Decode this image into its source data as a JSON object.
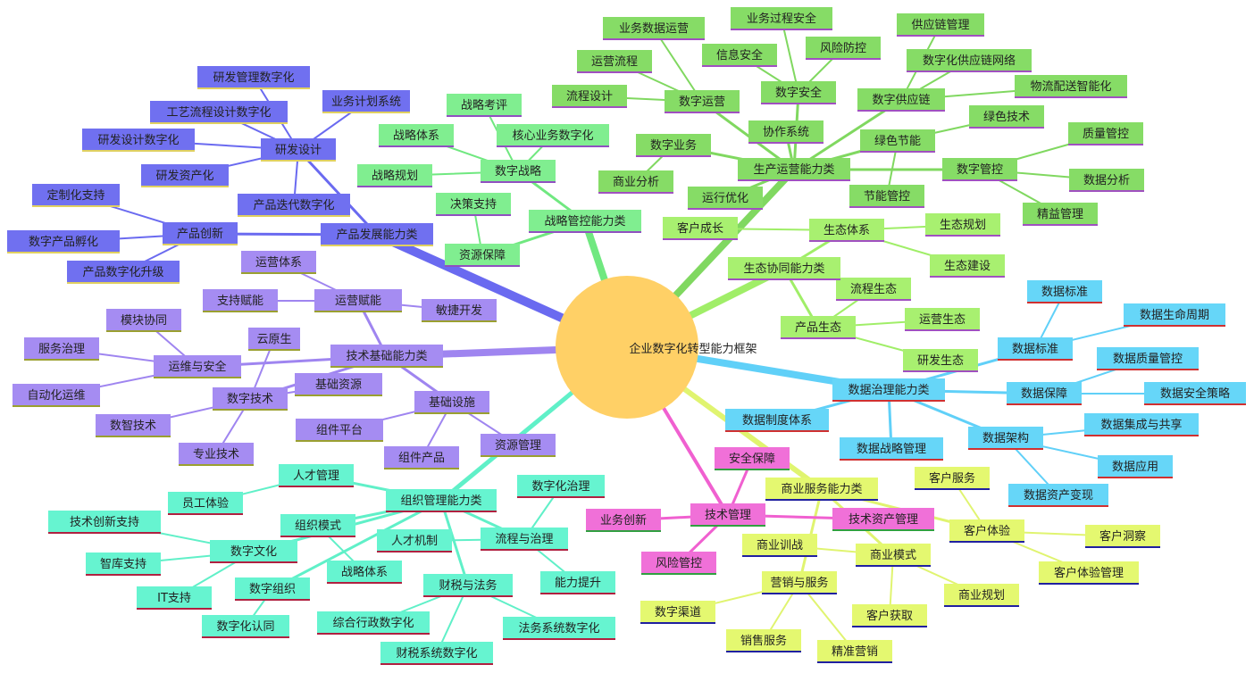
{
  "center": {
    "label": "企业数字化转型能力框架",
    "color": "#ffd066"
  },
  "branches": [
    {
      "label": "产品发展能力类",
      "colors": {
        "fill": "#7070f0",
        "underline": "#e0d060",
        "line": "#6a6af0"
      },
      "children": [
        {
          "label": "研发设计",
          "children": [
            "研发管理数字化",
            "业务计划系统",
            "工艺流程设计数字化",
            "研发设计数字化",
            "研发资产化",
            "产品迭代数字化"
          ]
        },
        {
          "label": "产品创新",
          "children": [
            "定制化支持",
            "数字产品孵化",
            "产品数字化升级"
          ]
        }
      ]
    },
    {
      "label": "战略管控能力类",
      "colors": {
        "fill": "#80ee90",
        "underline": "#9050c0",
        "line": "#70e880"
      },
      "children": [
        {
          "label": "数字战略",
          "children": [
            "战略考评",
            "核心业务数字化",
            "战略体系",
            "战略规划"
          ]
        },
        {
          "label": "资源保障",
          "children": [
            "决策支持"
          ]
        }
      ]
    },
    {
      "label": "生产运营能力类",
      "colors": {
        "fill": "#86dc66",
        "underline": "#a050c0",
        "line": "#80d860"
      },
      "children": [
        {
          "label": "数字运营",
          "children": [
            "业务数据运营",
            "运营流程",
            "流程设计"
          ]
        },
        {
          "label": "数字安全",
          "children": [
            "业务过程安全",
            "信息安全",
            "风险防控"
          ]
        },
        {
          "label": "数字供应链",
          "children": [
            "供应链管理",
            "数字化供应链网络",
            "物流配送智能化"
          ]
        },
        {
          "label": "协作系统",
          "children": []
        },
        {
          "label": "数字业务",
          "children": [
            "商业分析"
          ]
        },
        {
          "label": "运行优化",
          "children": []
        },
        {
          "label": "绿色节能",
          "children": [
            "绿色技术",
            "节能管控"
          ]
        },
        {
          "label": "数字管控",
          "children": [
            "质量管控",
            "数据分析",
            "精益管理"
          ]
        }
      ]
    },
    {
      "label": "生态协同能力类",
      "colors": {
        "fill": "#a8f070",
        "underline": "#a050c0",
        "line": "#a0ee68"
      },
      "children": [
        {
          "label": "生态体系",
          "children": [
            "客户成长",
            "生态规划",
            "生态建设"
          ]
        },
        {
          "label": "产品生态",
          "children": [
            "流程生态",
            "运营生态",
            "研发生态"
          ]
        }
      ]
    },
    {
      "label": "数据治理能力类",
      "colors": {
        "fill": "#66d6f8",
        "underline": "#d03030",
        "line": "#60d0f8"
      },
      "children": [
        {
          "label": "数据标准",
          "children": [
            "数据标准",
            "数据生命周期"
          ]
        },
        {
          "label": "数据保障",
          "children": [
            "数据质量管控",
            "数据安全策略"
          ]
        },
        {
          "label": "数据架构",
          "children": [
            "数据集成与共享",
            "数据应用",
            "数据资产变现"
          ]
        },
        {
          "label": "数据制度体系",
          "children": []
        },
        {
          "label": "数据战略管理",
          "children": []
        }
      ]
    },
    {
      "label": "商业服务能力类",
      "colors": {
        "fill": "#e4f870",
        "underline": "#2020a0",
        "line": "#e0f470"
      },
      "children": [
        {
          "label": "客户体验",
          "children": [
            "客户服务",
            "客户洞察",
            "客户体验管理"
          ]
        },
        {
          "label": "商业模式",
          "children": [
            "商业训战",
            "商业规划",
            "客户获取"
          ]
        },
        {
          "label": "营销与服务",
          "children": [
            "数字渠道",
            "销售服务",
            "精准营销"
          ]
        }
      ]
    },
    {
      "label": "技术管理",
      "colors": {
        "fill": "#f070d8",
        "underline": "#30a040",
        "line": "#f060d0"
      },
      "children": [
        {
          "label": "技术管理",
          "children": []
        },
        {
          "label": "安全保障",
          "children": []
        },
        {
          "label": "业务创新",
          "children": []
        },
        {
          "label": "风险管控",
          "children": []
        },
        {
          "label": "技术资产管理",
          "children": []
        }
      ]
    },
    {
      "label": "组织管理能力类",
      "colors": {
        "fill": "#66f4d0",
        "underline": "#b02040",
        "line": "#60f0c8"
      },
      "children": [
        {
          "label": "人才管理",
          "children": [
            "员工体验"
          ]
        },
        {
          "label": "组织模式",
          "children": [
            "战略体系"
          ]
        },
        {
          "label": "数字文化",
          "children": [
            "技术创新支持",
            "智库支持",
            "IT支持"
          ]
        },
        {
          "label": "数字组织",
          "children": [
            "数字化认同"
          ]
        },
        {
          "label": "流程与治理",
          "children": [
            "数字化治理",
            "人才机制",
            "能力提升"
          ]
        },
        {
          "label": "财税与法务",
          "children": [
            "综合行政数字化",
            "法务系统数字化",
            "财税系统数字化"
          ]
        }
      ]
    },
    {
      "label": "技术基础能力类",
      "colors": {
        "fill": "#a58cf2",
        "underline": "#9aa030",
        "line": "#9f85f0"
      },
      "children": [
        {
          "label": "运营赋能",
          "children": [
            "运营体系",
            "支持赋能",
            "敏捷开发"
          ]
        },
        {
          "label": "运维与安全",
          "children": [
            "模块协同",
            "服务治理",
            "自动化运维"
          ]
        },
        {
          "label": "数字技术",
          "children": [
            "云原生",
            "数智技术",
            "专业技术",
            "基础资源"
          ]
        },
        {
          "label": "基础设施",
          "children": [
            "组件平台",
            "组件产品",
            "资源管理"
          ]
        }
      ]
    }
  ]
}
